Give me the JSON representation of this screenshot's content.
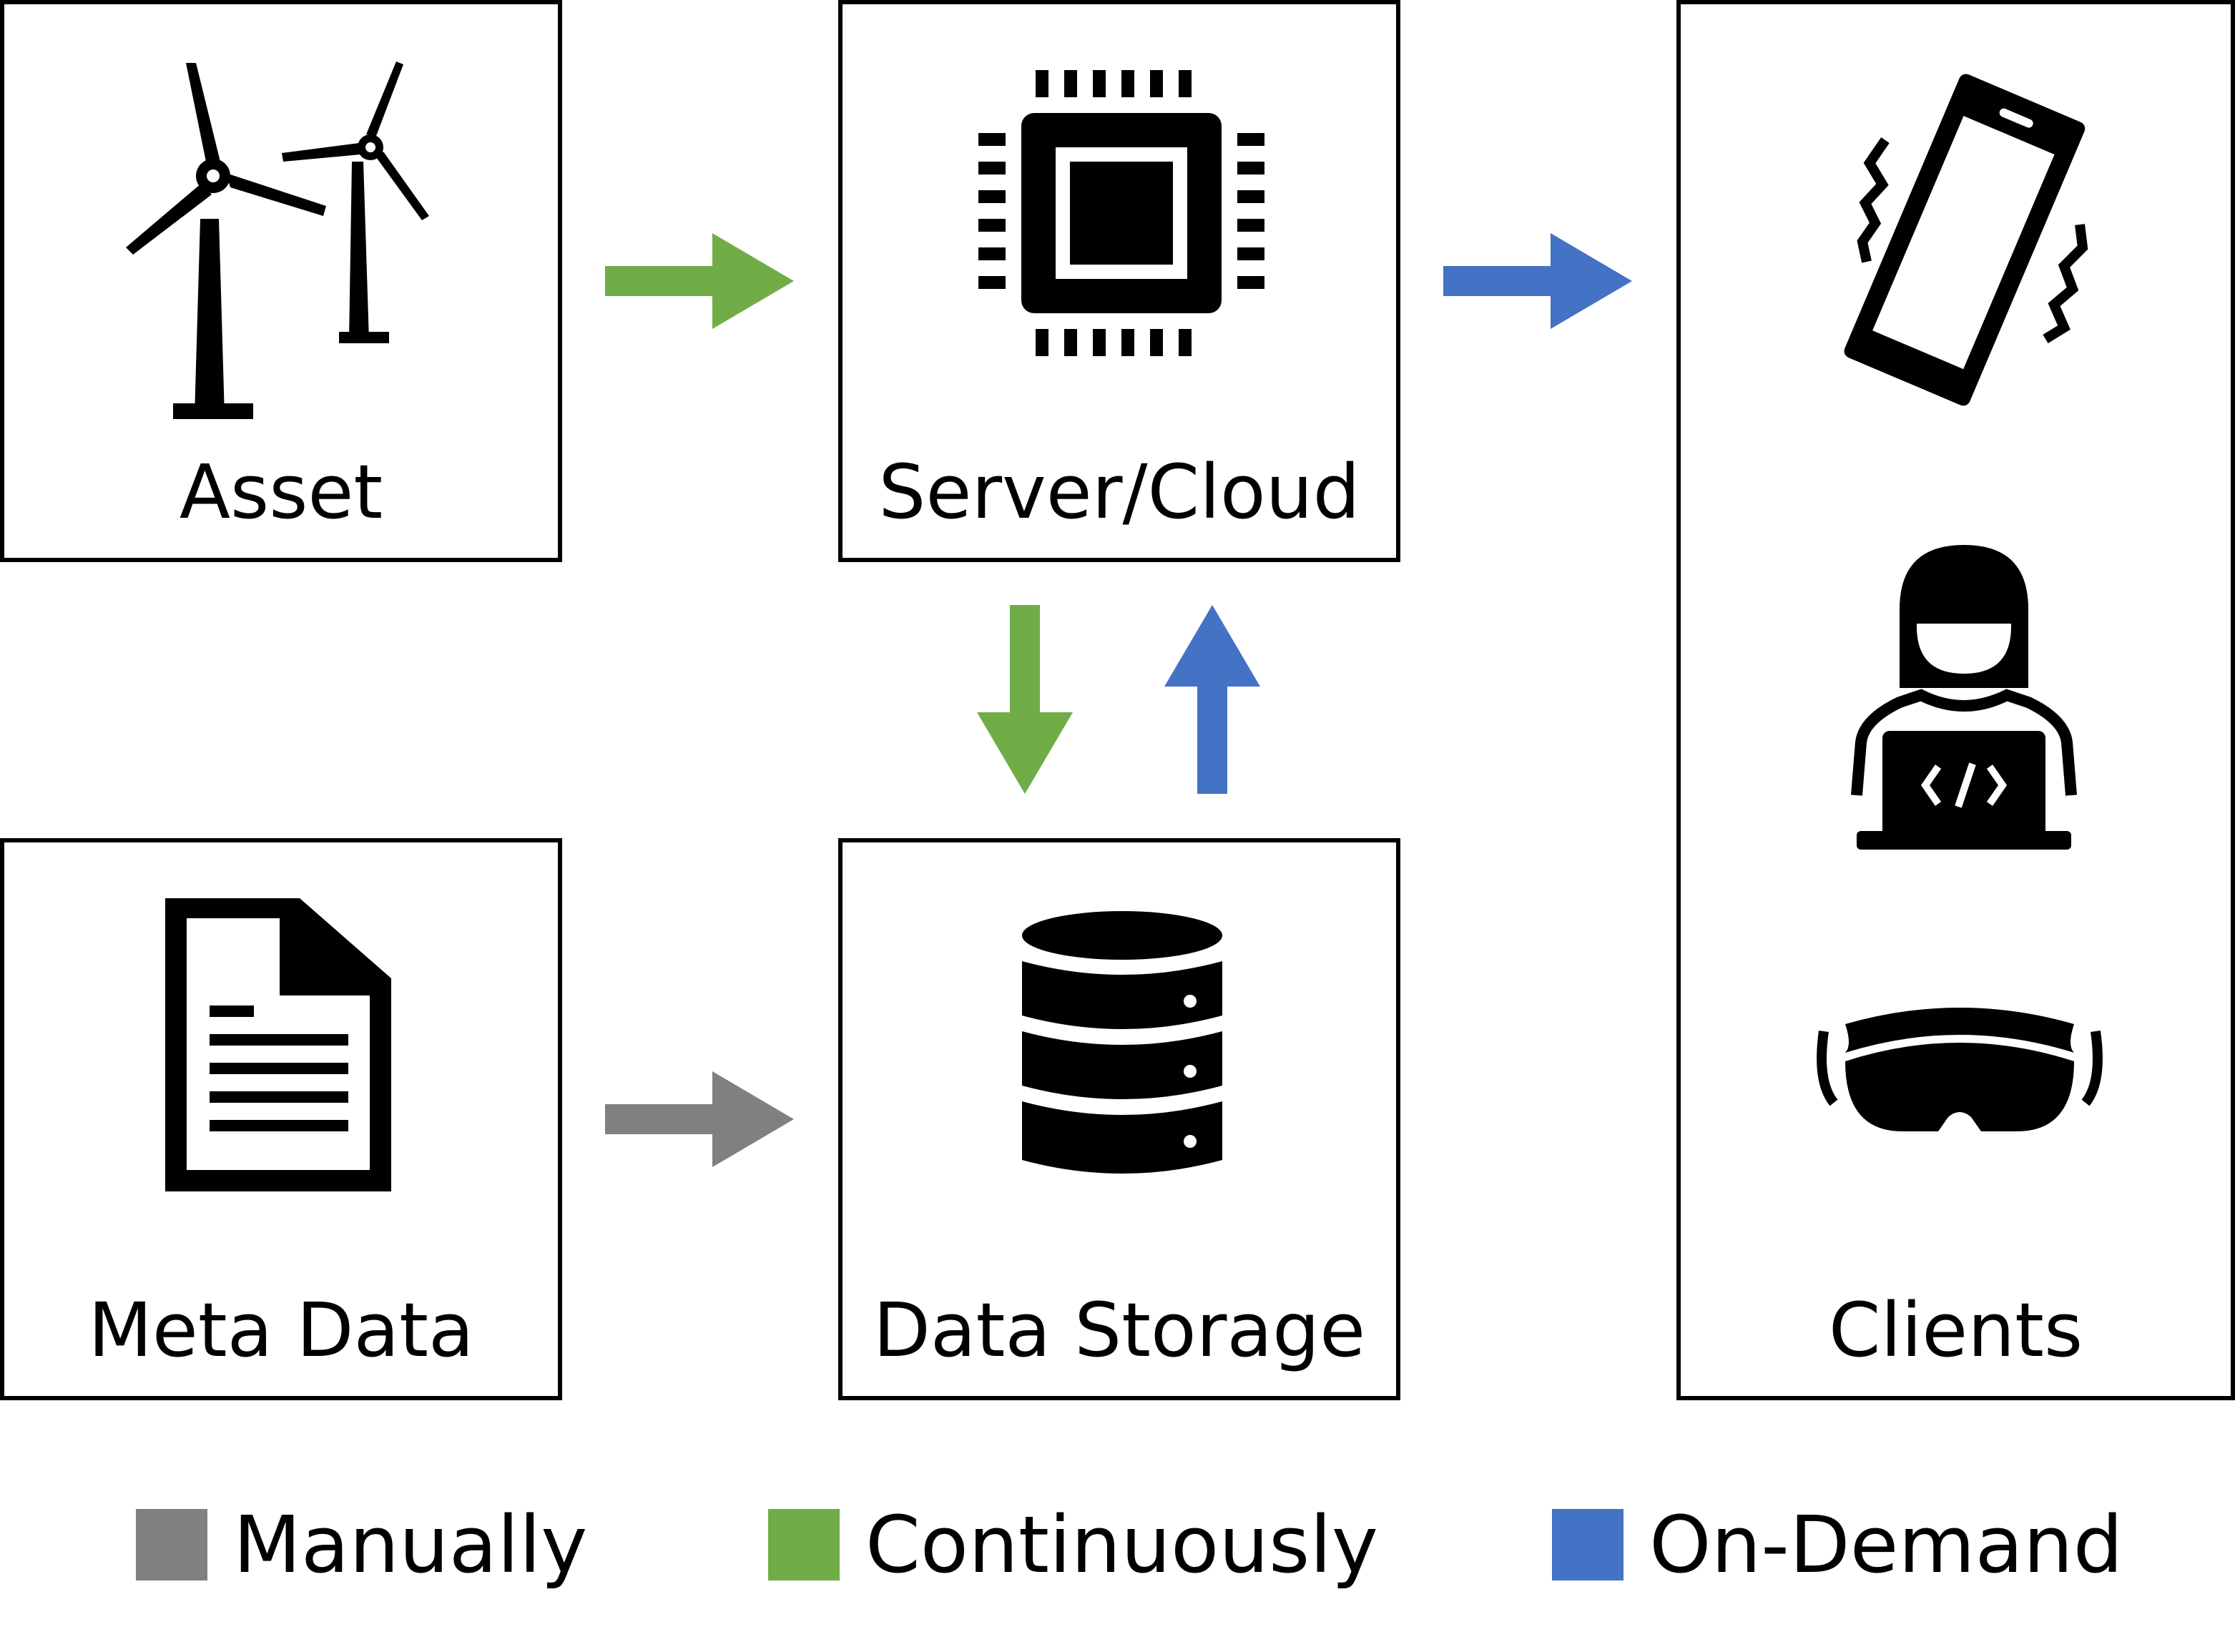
{
  "nodes": {
    "asset": "Asset",
    "server": "Server/Cloud",
    "meta": "Meta Data",
    "storage": "Data Storage",
    "clients": "Clients"
  },
  "legend": [
    {
      "label": "Manually",
      "color": "#808080"
    },
    {
      "label": "Continuously",
      "color": "#70ad47"
    },
    {
      "label": "On-Demand",
      "color": "#4472c4"
    }
  ],
  "icons": {
    "asset": "wind-turbines-icon",
    "server": "cpu-chip-icon",
    "meta": "document-icon",
    "storage": "database-icon",
    "clients": [
      "vibrating-phone-icon",
      "developer-laptop-icon",
      "vr-headset-icon"
    ]
  }
}
